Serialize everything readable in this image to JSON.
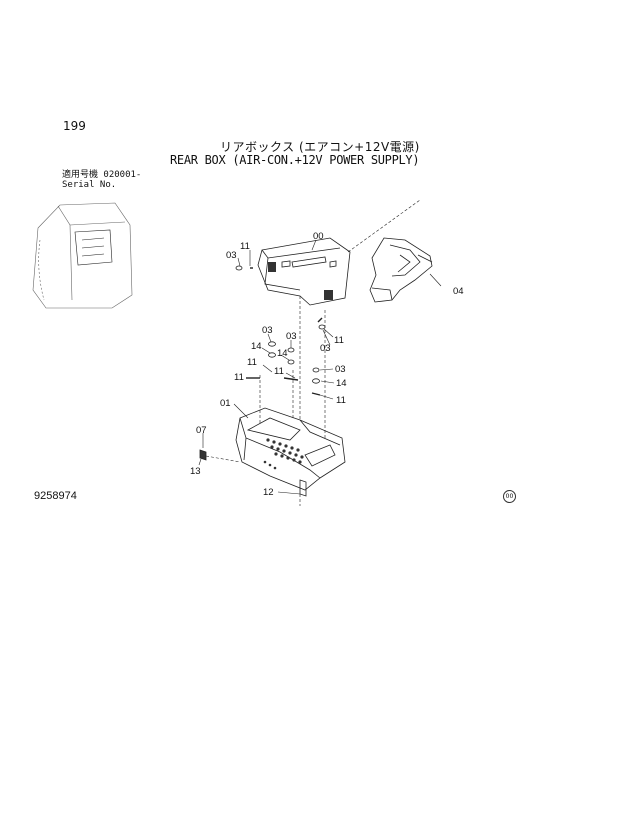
{
  "page_number": "199",
  "title_jp": "リアボックス (エアコン+12V電源)",
  "title_en": "REAR BOX (AIR-CON.+12V POWER SUPPLY)",
  "serial_label_jp": "適用号機 020001-",
  "serial_label_en": "Serial No.",
  "drawing_number": "9258974",
  "corner_mark": "00",
  "callouts": [
    {
      "label": "00"
    },
    {
      "label": "04"
    },
    {
      "label": "03"
    },
    {
      "label": "11"
    },
    {
      "label": "03"
    },
    {
      "label": "03"
    },
    {
      "label": "11"
    },
    {
      "label": "03"
    },
    {
      "label": "14"
    },
    {
      "label": "14"
    },
    {
      "label": "11"
    },
    {
      "label": "11"
    },
    {
      "label": "03"
    },
    {
      "label": "14"
    },
    {
      "label": "11"
    },
    {
      "label": "11"
    },
    {
      "label": "01"
    },
    {
      "label": "07"
    },
    {
      "label": "13"
    },
    {
      "label": "12"
    }
  ]
}
